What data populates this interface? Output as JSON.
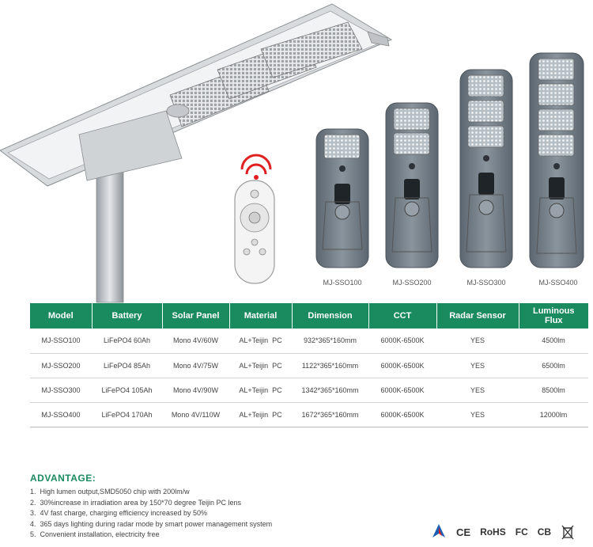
{
  "models": [
    {
      "caption": "MJ-SSO100"
    },
    {
      "caption": "MJ-SSO200"
    },
    {
      "caption": "MJ-SSO300"
    },
    {
      "caption": "MJ-SSO400"
    }
  ],
  "table": {
    "headers": [
      "Model",
      "Battery",
      "Solar Panel",
      "Material",
      "Dimension",
      "CCT",
      "Radar Sensor",
      "Luminous Flux"
    ],
    "rows": [
      [
        "MJ-SSO100",
        "LiFePO4 60Ah",
        "Mono 4V/60W",
        "AL+Teijin  PC",
        "932*365*160mm",
        "6000K-6500K",
        "YES",
        "4500lm"
      ],
      [
        "MJ-SSO200",
        "LiFePO4 85Ah",
        "Mono 4V/75W",
        "AL+Teijin  PC",
        "1122*365*160mm",
        "6000K-6500K",
        "YES",
        "6500lm"
      ],
      [
        "MJ-SSO300",
        "LiFePO4 105Ah",
        "Mono 4V/90W",
        "AL+Teijin  PC",
        "1342*365*160mm",
        "6000K-6500K",
        "YES",
        "8500lm"
      ],
      [
        "MJ-SSO400",
        "LiFePO4 170Ah",
        "Mono 4V/110W",
        "AL+Teijin  PC",
        "1672*365*160mm",
        "6000K-6500K",
        "YES",
        "12000lm"
      ]
    ]
  },
  "advantage": {
    "title": "ADVANTAGE:",
    "items": [
      {
        "num": "1.",
        "text": "High lumen output,SMD5050 chip with 200lm/w"
      },
      {
        "num": "2.",
        "text": "30%increase in irradiation area by 150*70 degree Teijin PC lens"
      },
      {
        "num": "3.",
        "text": "4V fast charge, charging efficiency increased by 50%"
      },
      {
        "num": "4.",
        "text": "365 days lighting during radar mode by smart power management system"
      },
      {
        "num": "5.",
        "text": "Convenient installation, electricity free"
      }
    ]
  },
  "certifications": [
    "CE",
    "RoHS",
    "FC",
    "CB"
  ],
  "colors": {
    "accent": "#1a8a5f",
    "remote_signal": "#e02020",
    "lamp_body": "#6f7a84"
  }
}
